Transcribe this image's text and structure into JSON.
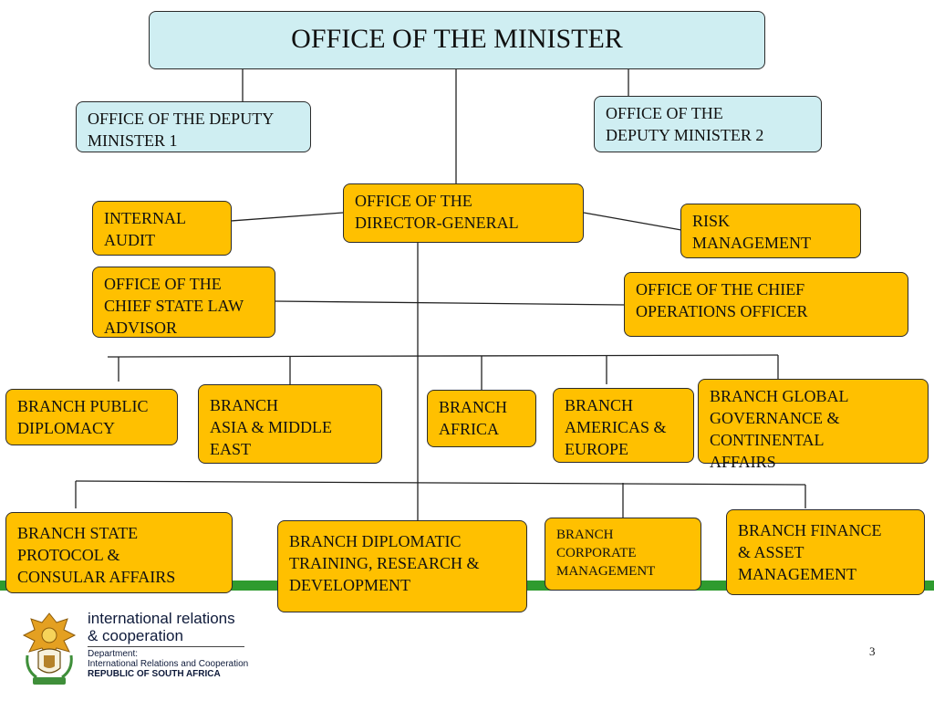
{
  "nodes": {
    "minister": "OFFICE OF THE MINISTER",
    "deputy1": "OFFICE OF THE DEPUTY\nMINISTER 1",
    "deputy2": "OFFICE OF THE\nDEPUTY MINISTER 2",
    "dg": "OFFICE OF THE\nDIRECTOR-GENERAL",
    "audit": "INTERNAL\nAUDIT",
    "risk": "RISK\nMANAGEMENT",
    "law": "OFFICE OF THE\nCHIEF STATE LAW\nADVISOR",
    "coo": "OFFICE OF THE CHIEF\nOPERATIONS OFFICER",
    "public_diplomacy": "BRANCH PUBLIC\nDIPLOMACY",
    "asia": "BRANCH\nASIA & MIDDLE\nEAST",
    "africa": "BRANCH\nAFRICA",
    "americas": "BRANCH\nAMERICAS &\nEUROPE",
    "global": "BRANCH GLOBAL\nGOVERNANCE &\nCONTINENTAL\nAFFAIRS",
    "protocol": "BRANCH STATE\nPROTOCOL &\nCONSULAR AFFAIRS",
    "training": "BRANCH DIPLOMATIC\nTRAINING, RESEARCH &\nDEVELOPMENT",
    "corporate": "BRANCH\nCORPORATE\nMANAGEMENT",
    "finance": "BRANCH FINANCE\n& ASSET\nMANAGEMENT"
  },
  "footer": {
    "brand_line1": "international relations",
    "brand_line2": "& cooperation",
    "dept_label": "Department:",
    "dept_name": "International Relations and Cooperation",
    "country": "REPUBLIC OF SOUTH AFRICA",
    "page_number": "3"
  },
  "colors": {
    "executive_fill": "#cfeef2",
    "unit_fill": "#ffc000",
    "band": "#2e9b2e"
  },
  "icons": [
    "coat-of-arms-icon"
  ]
}
